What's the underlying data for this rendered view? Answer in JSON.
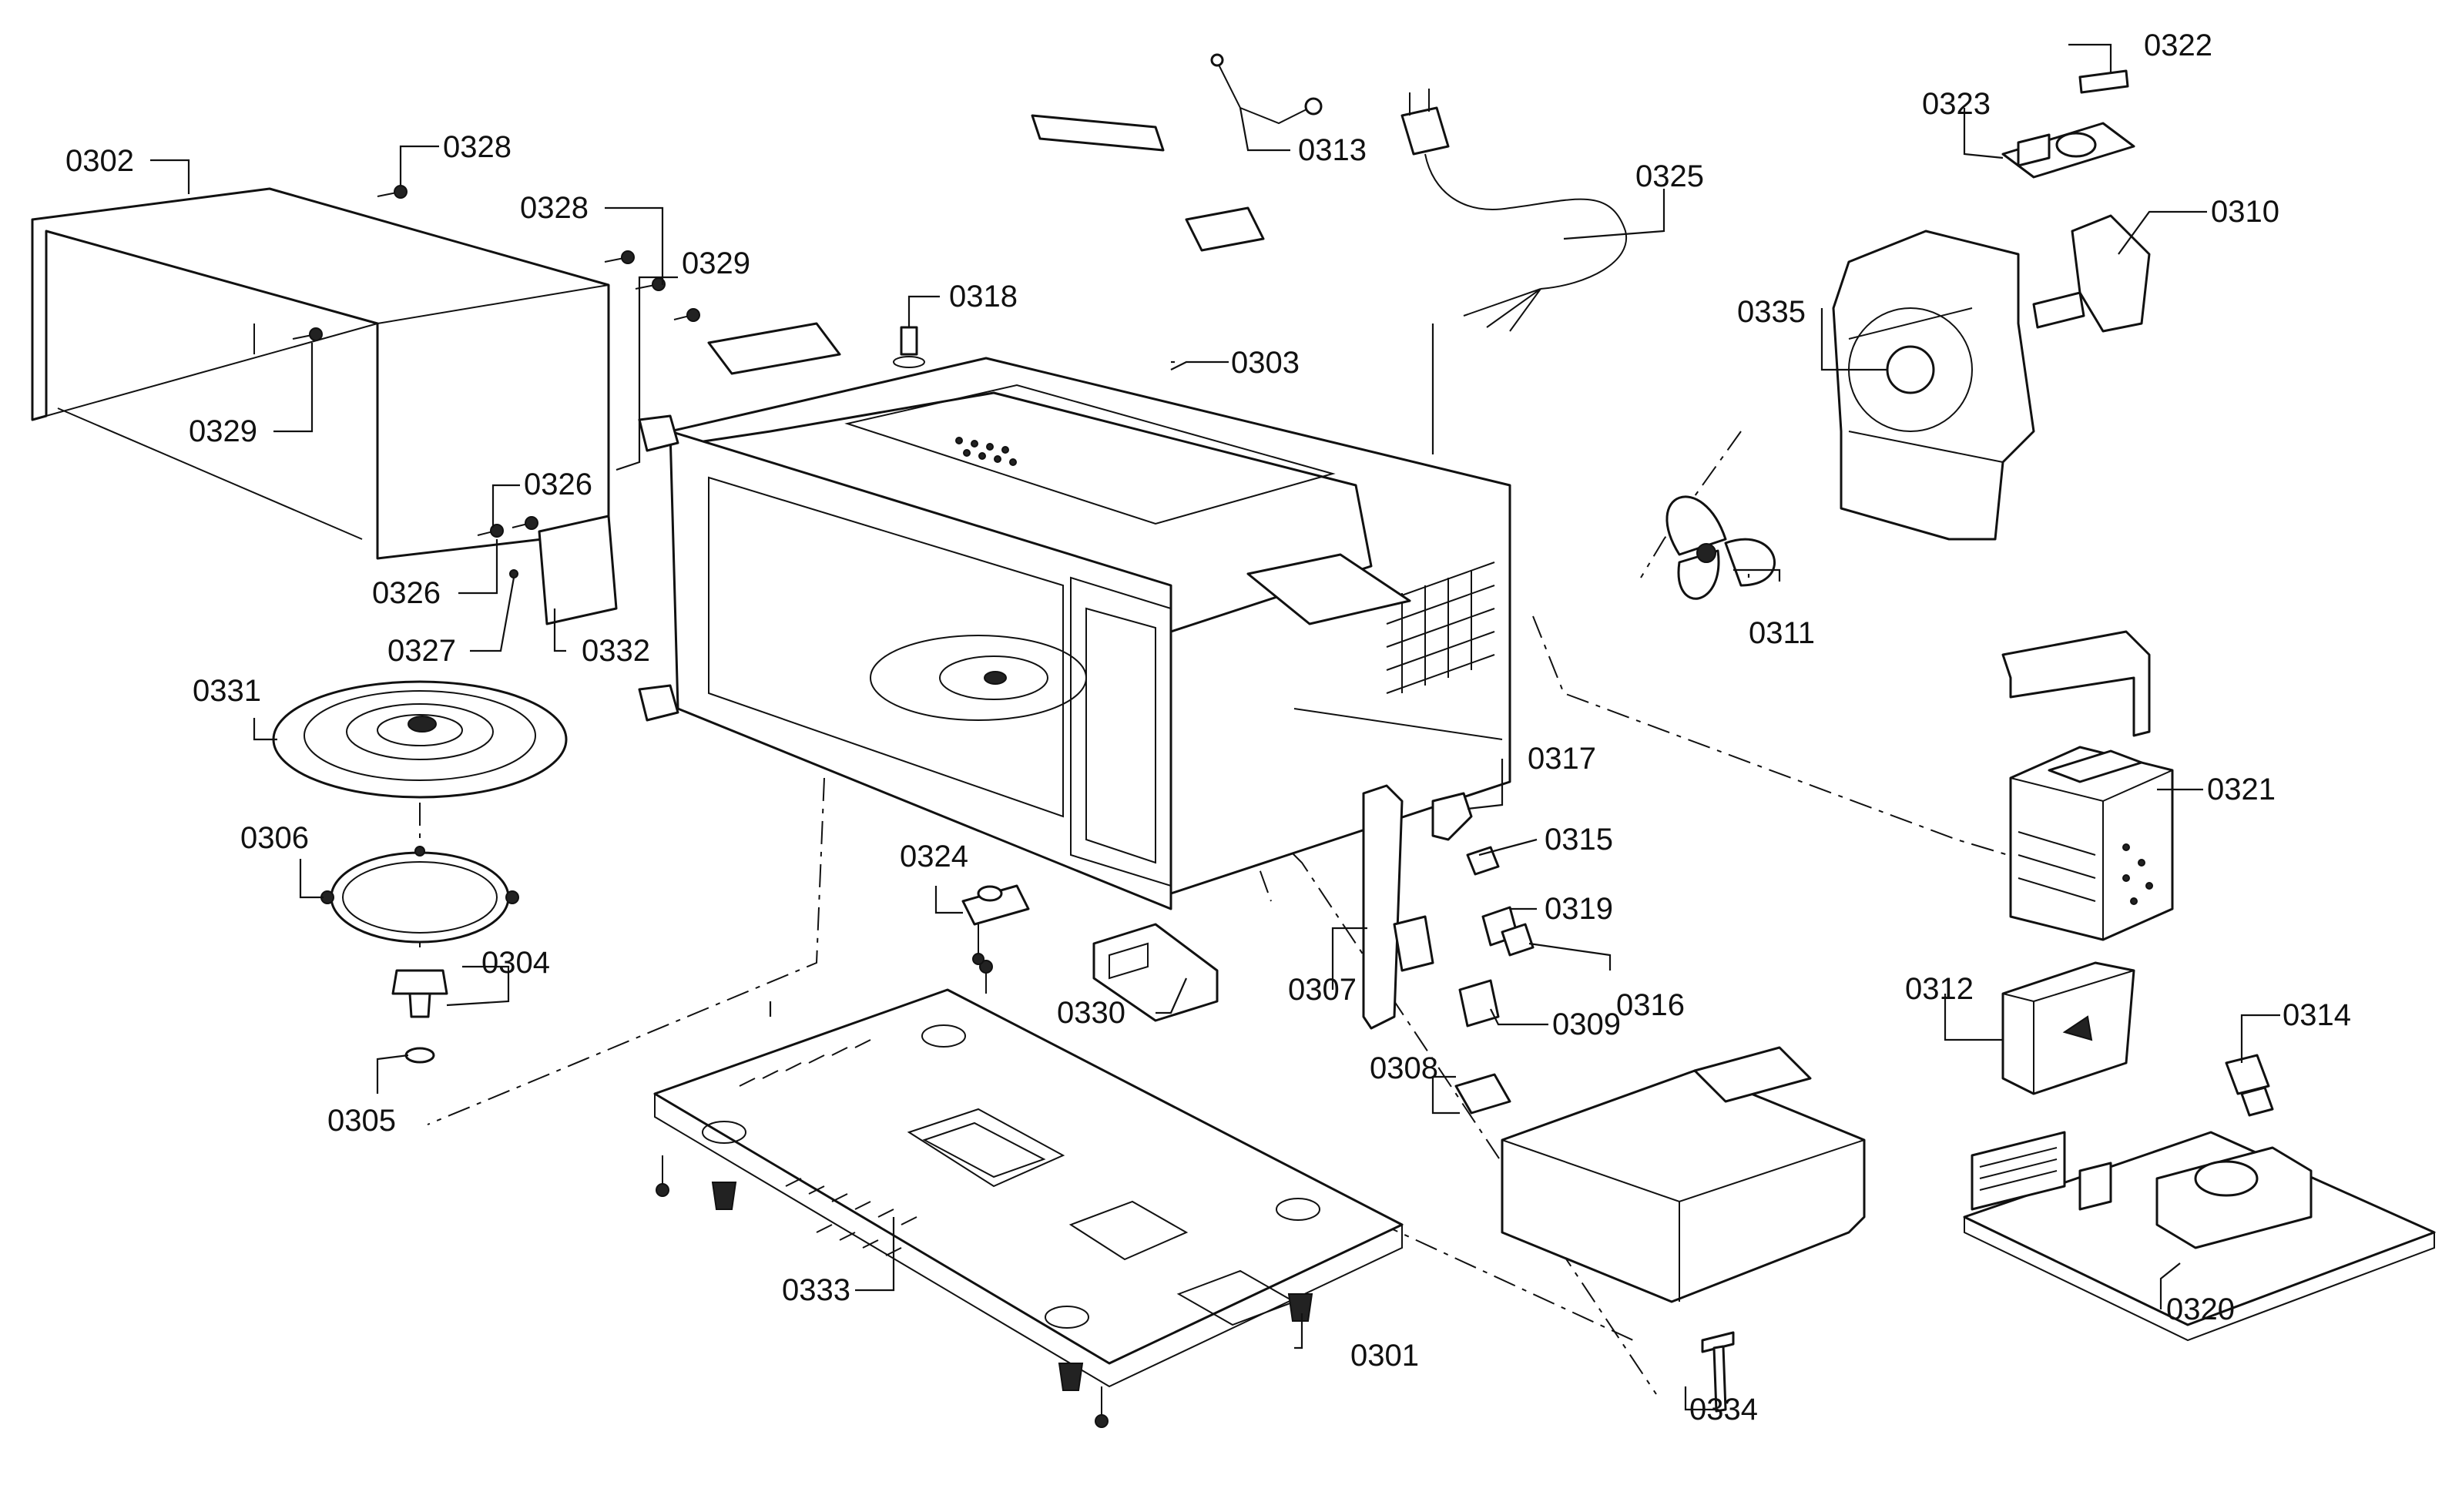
{
  "labels": {
    "p0301": "0301",
    "p0302": "0302",
    "p0303": "0303",
    "p0304": "0304",
    "p0305": "0305",
    "p0306": "0306",
    "p0307": "0307",
    "p0308": "0308",
    "p0309": "0309",
    "p0310": "0310",
    "p0311": "0311",
    "p0312": "0312",
    "p0313": "0313",
    "p0314": "0314",
    "p0315": "0315",
    "p0316": "0316",
    "p0317": "0317",
    "p0318": "0318",
    "p0319": "0319",
    "p0320": "0320",
    "p0321": "0321",
    "p0322": "0322",
    "p0323": "0323",
    "p0324": "0324",
    "p0325": "0325",
    "p0326a": "0326",
    "p0326b": "0326",
    "p0327": "0327",
    "p0328a": "0328",
    "p0328b": "0328",
    "p0329a": "0329",
    "p0329b": "0329",
    "p0330": "0330",
    "p0331": "0331",
    "p0332": "0332",
    "p0333": "0333",
    "p0334": "0334",
    "p0335": "0335"
  }
}
